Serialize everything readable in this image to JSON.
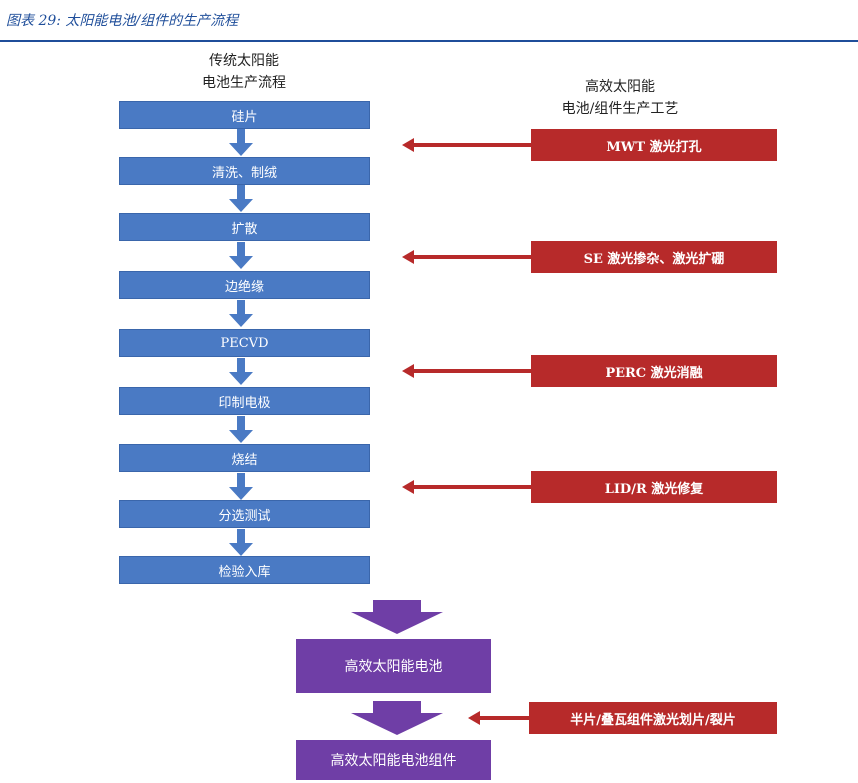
{
  "figure_title": "图表 29: 太阳能电池/组件的生产流程",
  "left_header": {
    "line1": "传统太阳能",
    "line2": "电池生产流程"
  },
  "right_header": {
    "line1": "高效太阳能",
    "line2": "电池/组件生产工艺"
  },
  "steps": [
    "硅片",
    "清洗、制绒",
    "扩散",
    "边绝缘",
    "PECVD",
    "印制电极",
    "烧结",
    "分选测试",
    "检验入库"
  ],
  "laser_processes": [
    "MWT 激光打孔",
    "SE 激光掺杂、激光扩硼",
    "PERC 激光消融",
    "LID/R 激光修复",
    "半片/叠瓦组件激光划片/裂片"
  ],
  "results": [
    "高效太阳能电池",
    "高效太阳能电池组件"
  ],
  "colors": {
    "step_blue": "#4a7ac4",
    "laser_red": "#b72a2a",
    "result_purple": "#6f3ea6",
    "title_blue": "#1f4e9a"
  }
}
